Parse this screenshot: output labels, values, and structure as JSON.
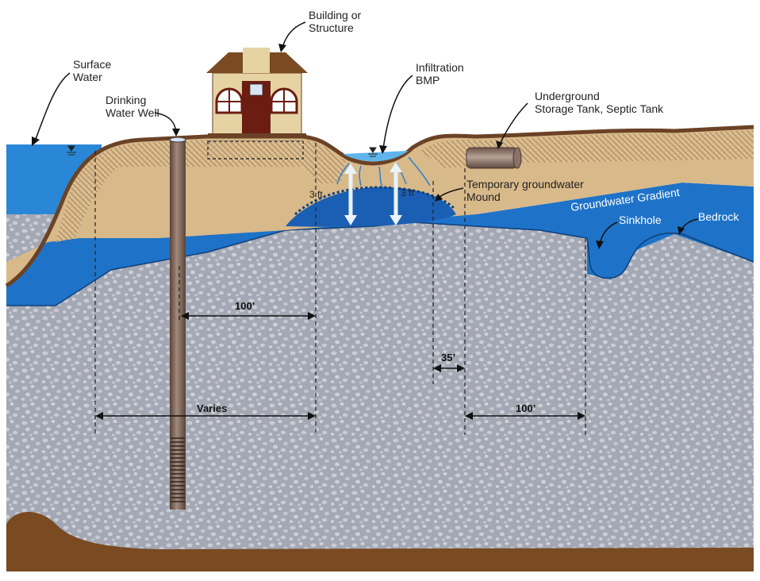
{
  "labels": {
    "surface_water": [
      "Surface",
      "Water"
    ],
    "drinking_water_well": [
      "Drinking",
      "Water Well"
    ],
    "building": [
      "Building or",
      "Structure"
    ],
    "infiltration_bmp": [
      "Infiltration",
      "BMP"
    ],
    "underground_tank": [
      "Underground",
      "Storage Tank, Septic Tank"
    ],
    "temporary_mound": [
      "Temporary groundwater",
      "Mound"
    ],
    "groundwater_gradient": "Groundwater Gradient",
    "sinkhole": "Sinkhole",
    "bedrock": "Bedrock"
  },
  "dimensions": {
    "well_to_bmp": "100’",
    "surface_water_to_bmp": "Varies",
    "bmp_to_tank": "35’",
    "tank_to_sinkhole": "100’",
    "separation_left": "3 ft",
    "separation_right": "3 ft"
  },
  "colors": {
    "soil": "#d8b98a",
    "water": "#1e73c8",
    "mound": "#1b5fb4",
    "bedrock": "#9fa4b0",
    "bedrock_speckle": "#c9ccd3",
    "brown": "#6b4226",
    "pipe": "#8a7266"
  }
}
